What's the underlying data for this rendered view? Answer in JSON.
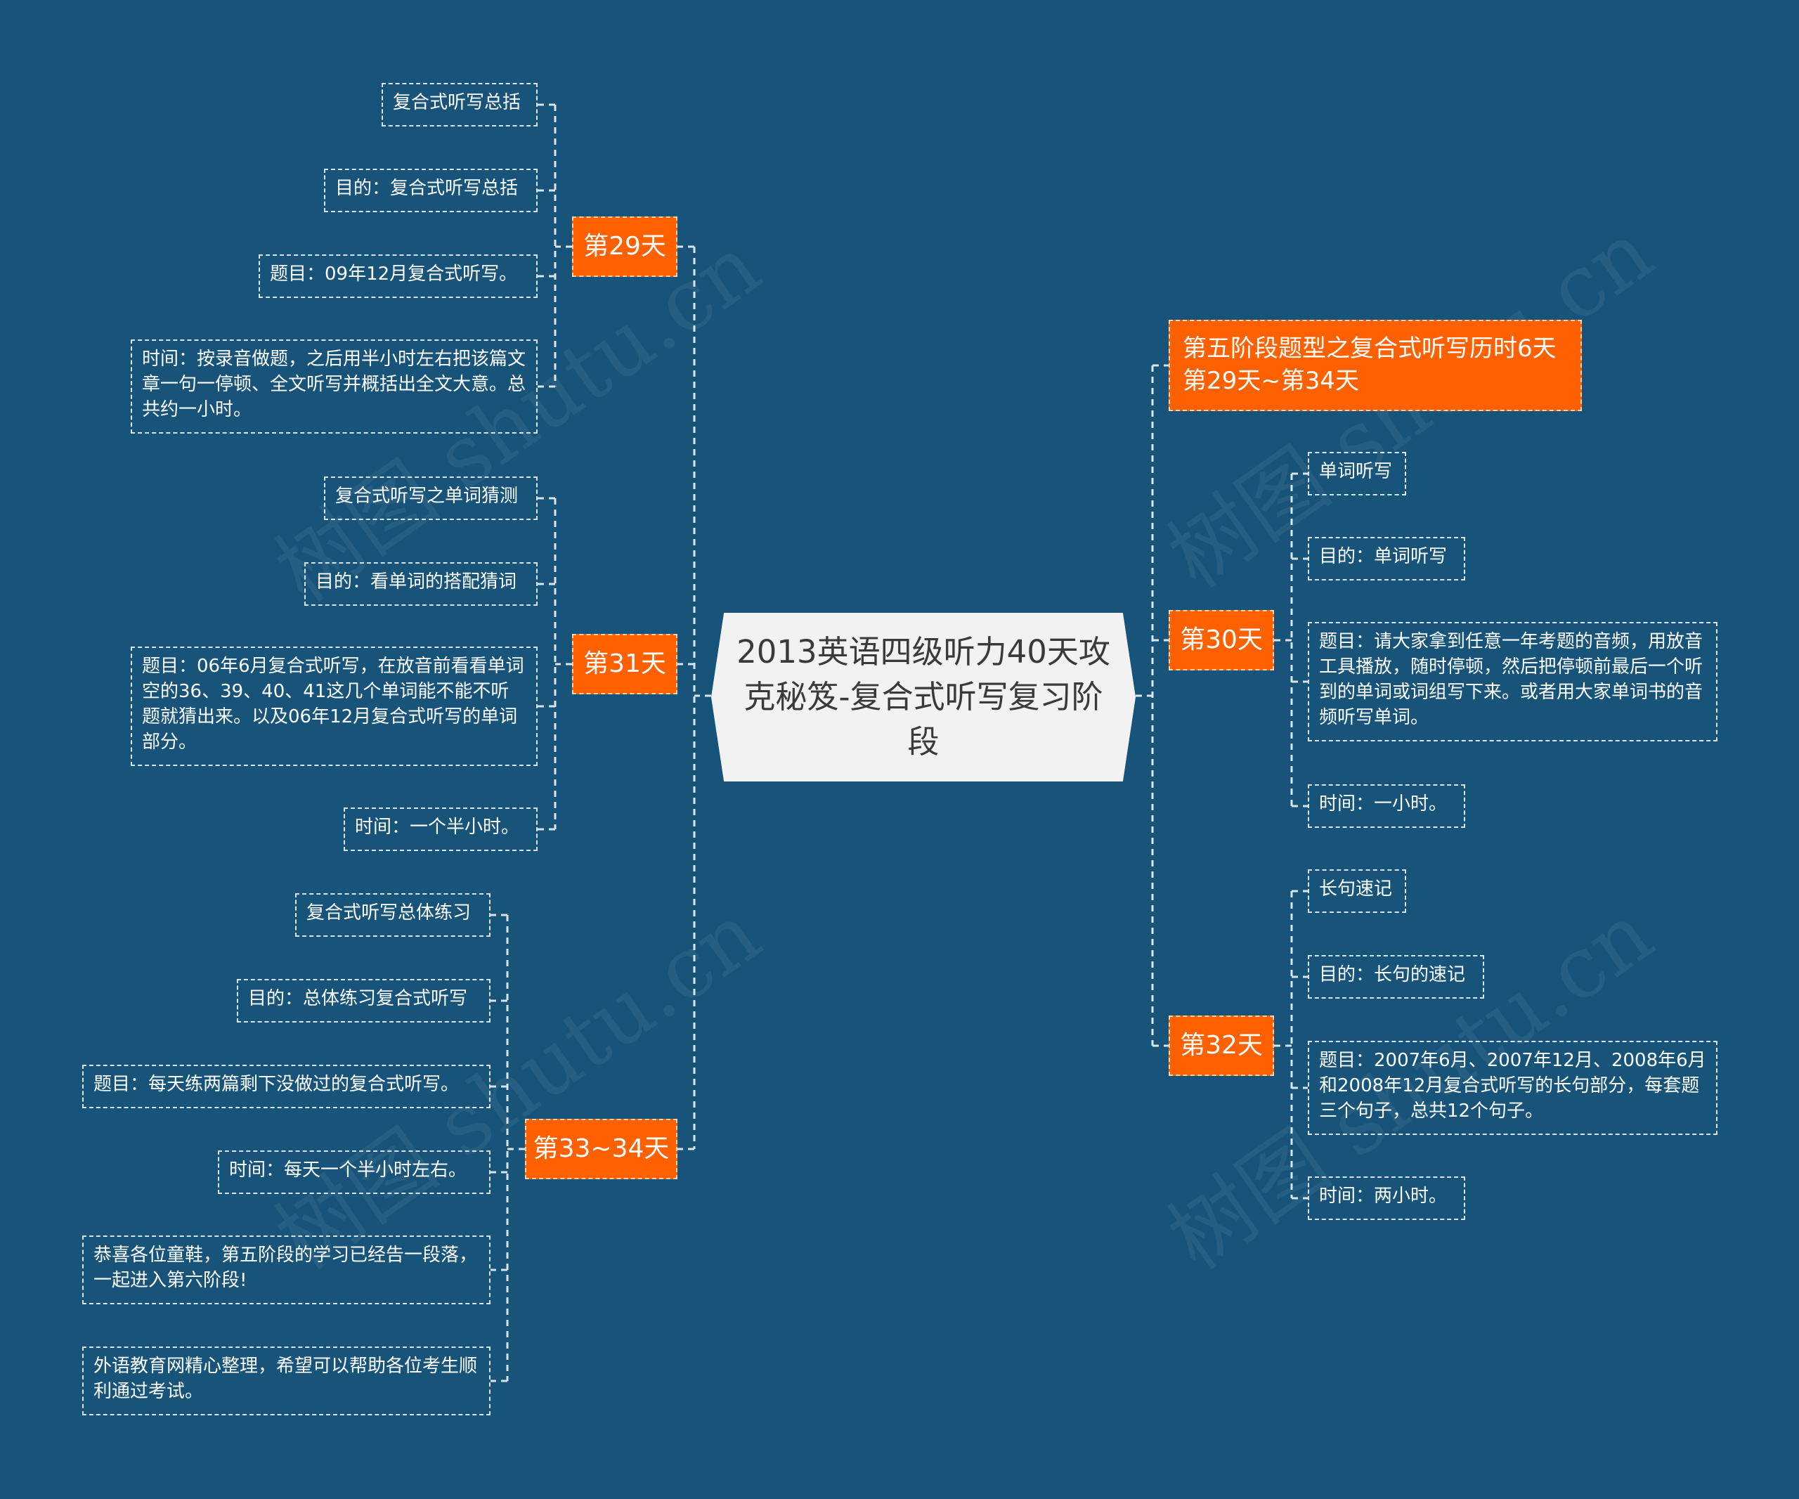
{
  "root": {
    "title": "2013英语四级听力40天攻克秘笈-复合式听写复习阶段"
  },
  "left": {
    "day29": {
      "label": "第29天",
      "items": [
        "复合式听写总括",
        "目的：复合式听写总括",
        "题目：09年12月复合式听写。",
        "时间：按录音做题，之后用半小时左右把该篇文章一句一停顿、全文听写并概括出全文大意。总共约一小时。"
      ]
    },
    "day31": {
      "label": "第31天",
      "items": [
        "复合式听写之单词猜测",
        "目的：看单词的搭配猜词",
        "题目：06年6月复合式听写，在放音前看看单词空的36、39、40、41这几个单词能不能不听题就猜出来。以及06年12月复合式听写的单词部分。",
        "时间：一个半小时。"
      ]
    },
    "day33": {
      "label": "第33~34天",
      "items": [
        "复合式听写总体练习",
        "目的：总体练习复合式听写",
        "题目：每天练两篇剩下没做过的复合式听写。",
        "时间：每天一个半小时左右。",
        "恭喜各位童鞋，第五阶段的学习已经告一段落，一起进入第六阶段!",
        "外语教育网精心整理，希望可以帮助各位考生顺利通过考试。"
      ]
    }
  },
  "right": {
    "phase": {
      "label": "第五阶段题型之复合式听写历时6天第29天~第34天"
    },
    "day30": {
      "label": "第30天",
      "items": [
        "单词听写",
        "目的：单词听写",
        "题目：请大家拿到任意一年考题的音频，用放音工具播放，随时停顿，然后把停顿前最后一个听到的单词或词组写下来。或者用大家单词书的音频听写单词。",
        "时间：一小时。"
      ]
    },
    "day32": {
      "label": "第32天",
      "items": [
        "长句速记",
        "目的：长句的速记",
        "题目：2007年6月、2007年12月、2008年6月和2008年12月复合式听写的长句部分，每套题三个句子，总共12个句子。",
        "时间：两小时。"
      ]
    }
  },
  "colors": {
    "background": "#18547a",
    "accent": "#ff6000",
    "root_fill": "#f2f2f2",
    "line": "#d8e4ee"
  }
}
